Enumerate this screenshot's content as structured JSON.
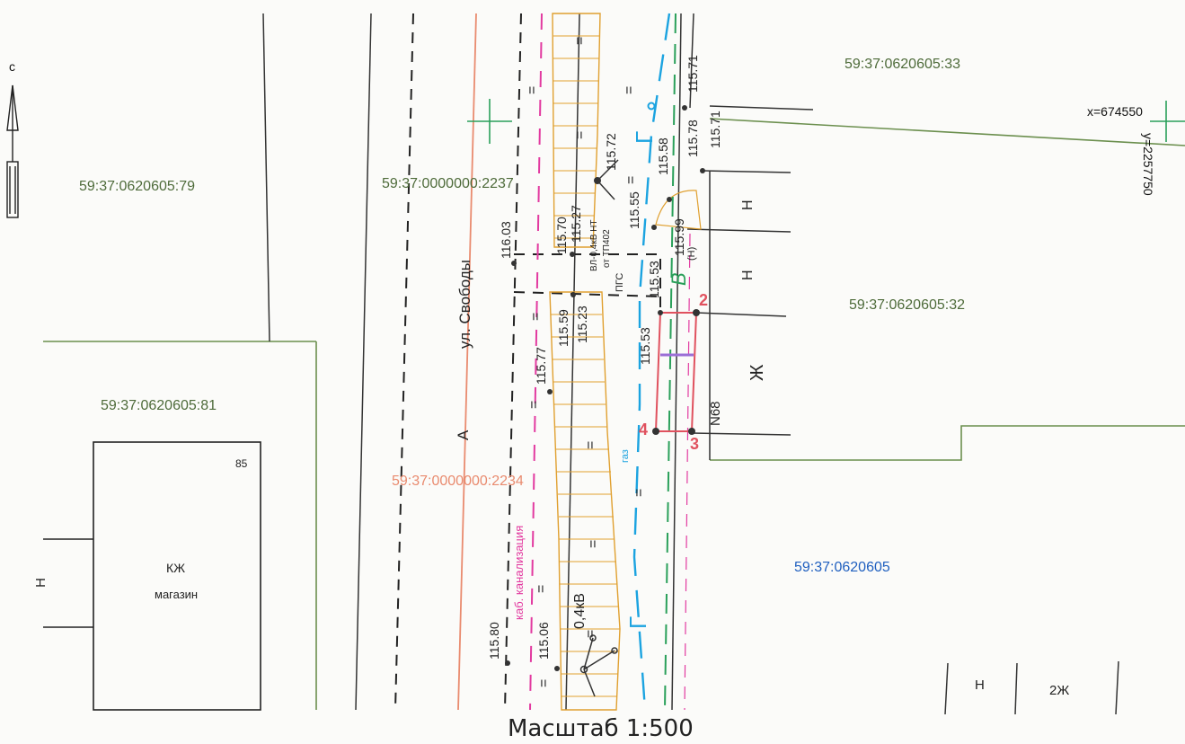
{
  "north_label": "с",
  "parcels": {
    "p33": "59:37:0620605:33",
    "p79": "59:37:0620605:79",
    "p2237": "59:37:0000000:2237",
    "p32": "59:37:0620605:32",
    "p81": "59:37:0620605:81",
    "p2234": "59:37:0000000:2234",
    "block": "59:37:0620605"
  },
  "coordinates": {
    "x": "x=674550",
    "y": "y=2257750"
  },
  "street": "ул. Свободы",
  "street_marker": "А",
  "elevations": {
    "e1": "115.71",
    "e2": "115.78",
    "e3": "115.71",
    "e4": "115.58",
    "e5": "115.72",
    "e6": "115.55",
    "e7": "115.70",
    "e8": "115.27",
    "e9": "116.03",
    "e10": "115.99",
    "e11": "115.53",
    "e12": "115.59",
    "e13": "115.23",
    "e14": "115.77",
    "e15": "115.53",
    "e16": "115.80",
    "e17": "115.06"
  },
  "utility_labels": {
    "vl": "ВЛ-0,4кВ НТ",
    "ot": "от ТП402",
    "pgs": "ПГС",
    "gaz": "газ",
    "kanal": "каб. канализация",
    "kv": "0,4кВ",
    "v": "В",
    "g1": "Г",
    "g2": "Г"
  },
  "building": {
    "type": "КЖ",
    "name": "магазин",
    "number": "85"
  },
  "house": {
    "n1": "Н",
    "n2": "Н",
    "zh": "Ж",
    "num": "N68",
    "nh": "(Н)"
  },
  "points": {
    "p2": "2",
    "p3": "3",
    "p4": "4"
  },
  "misc": {
    "left_h": "Н",
    "bottom_n": "Н",
    "bottom_2zh": "2Ж"
  },
  "scale": "Масштаб 1:500",
  "colors": {
    "parcel_line": "#6b8f4e",
    "red_line": "#e98b6f",
    "pink_line": "#e23aa0",
    "cyan_line": "#1ba3e0",
    "green_line": "#2aa05a",
    "orange_hatch": "#e0a030",
    "contour_red": "#e0525f",
    "purple": "#9b6fd6"
  }
}
